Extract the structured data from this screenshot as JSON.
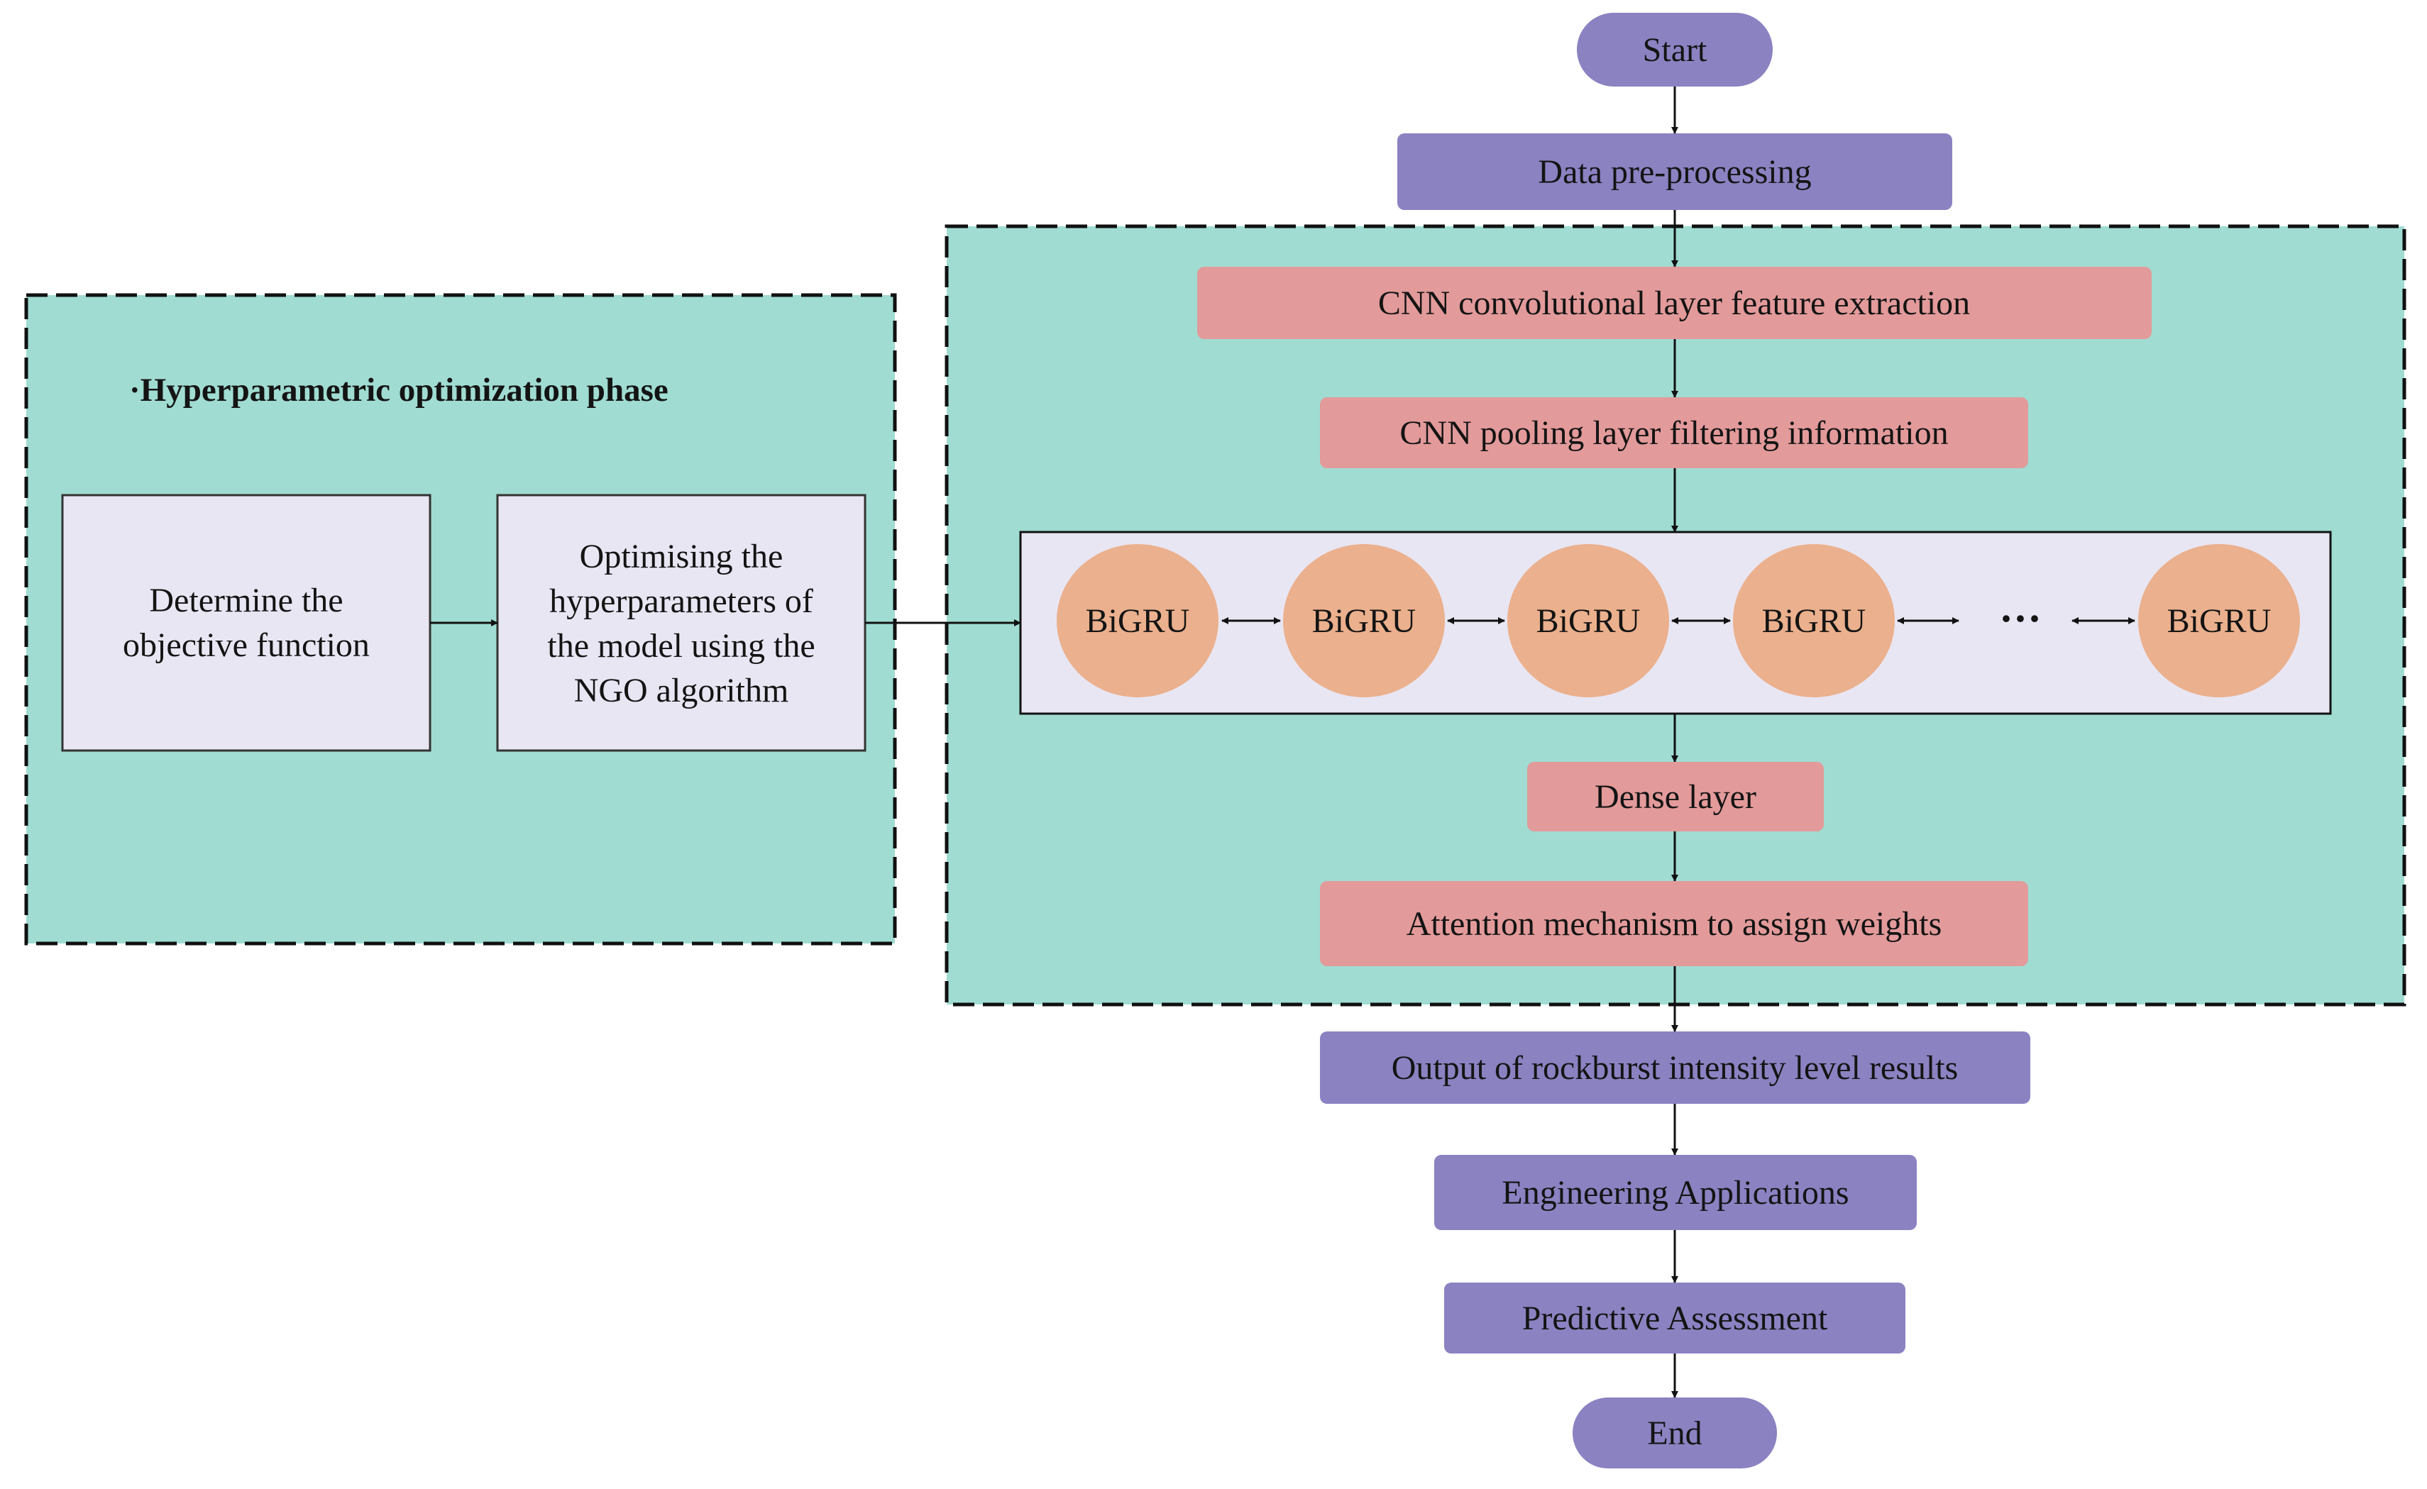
{
  "nodes": {
    "start": "Start",
    "preprocess": "Data pre-processing",
    "cnn_conv": "CNN convolutional layer feature extraction",
    "cnn_pool": "CNN pooling layer filtering information",
    "dense": "Dense layer",
    "attention": "Attention mechanism to assign weights",
    "output": "Output of rockburst intensity level results",
    "engineering": "Engineering Applications",
    "predictive": "Predictive Assessment",
    "end": "End"
  },
  "hyper": {
    "title": "·Hyperparametric optimization phase",
    "box1_lines": [
      "Determine the",
      "objective function"
    ],
    "box2_lines": [
      "Optimising the",
      "hyperparameters of",
      "the model using the",
      "NGO algorithm"
    ]
  },
  "bigru": {
    "cells": [
      "BiGRU",
      "BiGRU",
      "BiGRU",
      "BiGRU",
      "BiGRU"
    ],
    "ellipsis": "···"
  },
  "colors": {
    "purple": "#8b82c2",
    "pink": "#e39a9a",
    "teal": "#a0dcd2",
    "orange": "#ebb08d",
    "lavender": "#e9e6f3"
  }
}
